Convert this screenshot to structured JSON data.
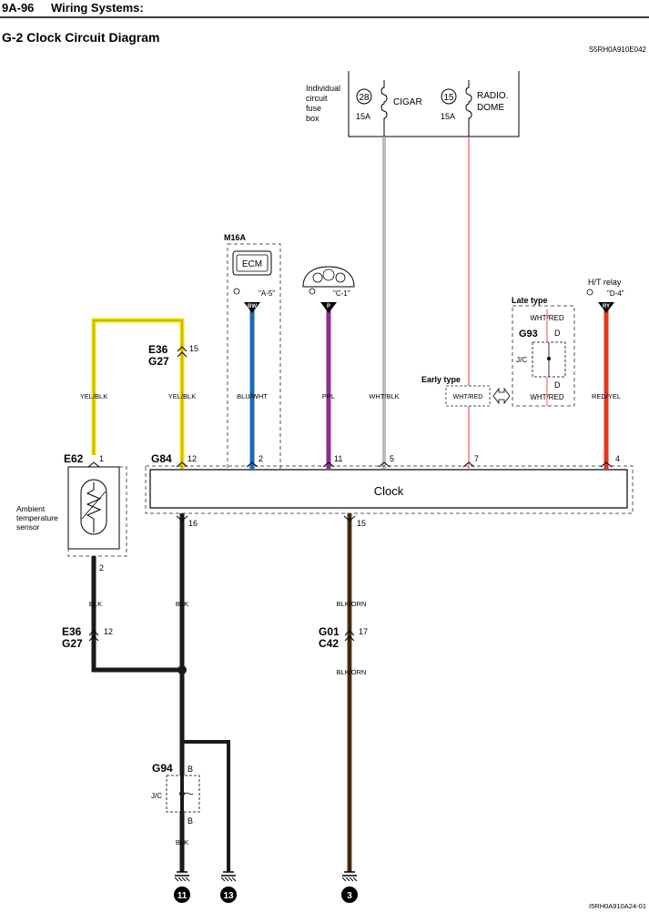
{
  "header": {
    "section": "9A-96",
    "title": "Wiring Systems:"
  },
  "diagram": {
    "title": "G-2 Clock Circuit Diagram",
    "top_code": "S5RH0A910E042",
    "bottom_code": "I5RH0A910A24-01",
    "fuse_box": {
      "label": [
        "Individual",
        "circuit",
        "fuse",
        "box"
      ],
      "fuses": [
        {
          "num": "28",
          "rating": "15A",
          "name": [
            "CIGAR"
          ]
        },
        {
          "num": "15",
          "rating": "15A",
          "name": [
            "RADIO.",
            "DOME"
          ]
        }
      ]
    },
    "m16a": "M16A",
    "ecm": {
      "label": "ECM",
      "ref": "\"A-5\"",
      "tag": "BW"
    },
    "meter": {
      "ref": "\"C-1\"",
      "tag": "P"
    },
    "ht_relay": {
      "label": "H/T relay",
      "ref": "\"D-4\"",
      "tag": "RY"
    },
    "late_type": "Late type",
    "early_type": "Early type",
    "g93": {
      "name": "G93",
      "jc": "J/C",
      "pin_top": "D",
      "pin_bottom": "D",
      "wire_top": "WHT/RED",
      "wire_bottom": "WHT/RED"
    },
    "e62": {
      "name": "E62",
      "pin1": "1",
      "pin2": "2",
      "sensor": [
        "Ambient",
        "temperature",
        "sensor"
      ]
    },
    "e36_top": {
      "names": [
        "E36",
        "G27"
      ],
      "pin": "15"
    },
    "g84": "G84",
    "clock": "Clock",
    "wires": [
      {
        "color": "YEL/BLK",
        "pin": ""
      },
      {
        "color": "YEL/BLK",
        "pin": "12"
      },
      {
        "color": "BLU/WHT",
        "pin": "2"
      },
      {
        "color": "PPL",
        "pin": "11"
      },
      {
        "color": "WHT/BLK",
        "pin": "5"
      },
      {
        "color": "WHT/RED",
        "pin": "7"
      },
      {
        "color": "RED/YEL",
        "pin": "4"
      }
    ],
    "bottom": {
      "pin16": "16",
      "pin15": "15",
      "blk": "BLK",
      "blk_orn": "BLK/ORN",
      "e36_bottom": {
        "names": [
          "E36",
          "G27"
        ],
        "pin": "12"
      },
      "g01": {
        "names": [
          "G01",
          "C42"
        ],
        "pin": "17"
      },
      "g94": {
        "name": "G94",
        "jc": "J/C",
        "pin_top": "B",
        "pin_bottom": "B"
      },
      "grounds": [
        "11",
        "13",
        "3"
      ]
    },
    "colors": {
      "yellow": "#f0e000",
      "blue": "#1a6ab4",
      "purple": "#8e2c8e",
      "red": "#e8361c",
      "pink": "#e05a5a",
      "brown": "#5a3a1a",
      "black": "#1a1a1a"
    }
  }
}
